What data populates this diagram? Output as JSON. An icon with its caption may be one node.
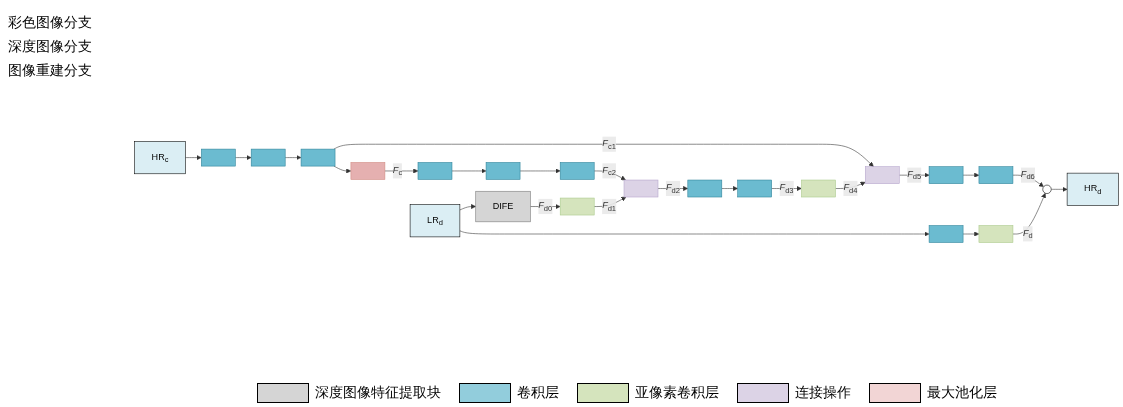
{
  "diagram": {
    "nodes": [
      {
        "text": [
          "HR$_{c}$"
        ]
      },
      {
        "text": [],
        "shape": "box"
      },
      {
        "text": [],
        "shape": "box"
      },
      {
        "text": [],
        "shape": "box"
      },
      {
        "text": [],
        "shape": "box"
      },
      {
        "text": [],
        "shape": "box"
      },
      {
        "text": [],
        "shape": "box"
      },
      {
        "text": [],
        "shape": "box"
      },
      {
        "text": [
          "LR$_{d}$"
        ]
      },
      {
        "text": [
          "DIFE"
        ]
      },
      {
        "text": [],
        "shape": "box"
      },
      {
        "text": [],
        "shape": "box"
      },
      {
        "text": [],
        "shape": "box"
      },
      {
        "text": [],
        "shape": "box"
      },
      {
        "text": [],
        "shape": "box"
      },
      {
        "text": [],
        "shape": "box"
      },
      {
        "text": [],
        "shape": "box"
      },
      {
        "text": [],
        "shape": "box"
      },
      {
        "text": [],
        "shape": "circle"
      },
      {
        "text": [
          "HR$_{d}$"
        ]
      },
      {
        "text": [],
        "shape": "box"
      },
      {
        "text": [],
        "shape": "box"
      }
    ],
    "edges": [
      {
        "from": 0,
        "to": 1,
        "arrow": "to"
      },
      {
        "from": 1,
        "to": 2,
        "arrow": "to"
      },
      {
        "from": 2,
        "to": 3,
        "arrow": "to"
      },
      {
        "from": 3,
        "to": 4,
        "arrow": "to"
      },
      {
        "from": 4,
        "to": 5,
        "arrow": "to",
        "label": "*F*$_{c}$"
      },
      {
        "from": 5,
        "to": 6,
        "arrow": "to"
      },
      {
        "from": 6,
        "to": 7,
        "arrow": "to"
      },
      {
        "from": 7,
        "to": 11,
        "arrow": "to",
        "label": "*F*$_{c2}$"
      },
      {
        "from": 3,
        "to": 15,
        "arrow": "to",
        "label": "*F*$_{c1}$"
      },
      {
        "from": 8,
        "to": 9,
        "arrow": "to"
      },
      {
        "from": 9,
        "to": 10,
        "arrow": "to",
        "label": "*F*$_{d0}$"
      },
      {
        "from": 10,
        "to": 11,
        "arrow": "to",
        "label": "*F*$_{d1}$"
      },
      {
        "from": 11,
        "to": 12,
        "arrow": "to",
        "label": "*F*$_{d2}$"
      },
      {
        "from": 12,
        "to": 13,
        "arrow": "to"
      },
      {
        "from": 13,
        "to": 14,
        "arrow": "to",
        "label": "*F*$_{d3}$"
      },
      {
        "from": 14,
        "to": 15,
        "arrow": "to",
        "label": "*F*$_{d4}$"
      },
      {
        "from": 15,
        "to": 16,
        "arrow": "to",
        "label": "*F*$_{d5}$"
      },
      {
        "from": 16,
        "to": 17,
        "arrow": "to"
      },
      {
        "from": 17,
        "to": 18,
        "arrow": "to",
        "label": "*F*$_{d6}$"
      },
      {
        "from": 18,
        "to": 19,
        "arrow": "to"
      },
      {
        "from": 8,
        "to": 20,
        "arrow": "to"
      },
      {
        "from": 20,
        "to": 21,
        "arrow": "to"
      },
      {
        "from": 21,
        "to": 18,
        "arrow": "to",
        "label": "*F*$_{d}$"
      }
    ],
    "labels": [
      "彩色图像分支",
      "深度图像分支",
      "图像重建分支"
    ],
    "legend": [
      {
        "text": "深度图像特征提取块",
        "color": "#d5d5d5"
      },
      {
        "text": "卷积层",
        "color": "#92cddc"
      },
      {
        "text": "亚像素卷积层",
        "color": "#d5e4bd"
      },
      {
        "text": "连接操作",
        "color": "#dcd3e6"
      },
      {
        "text": "最大池化层",
        "color": "#f2d5d5"
      }
    ]
  }
}
